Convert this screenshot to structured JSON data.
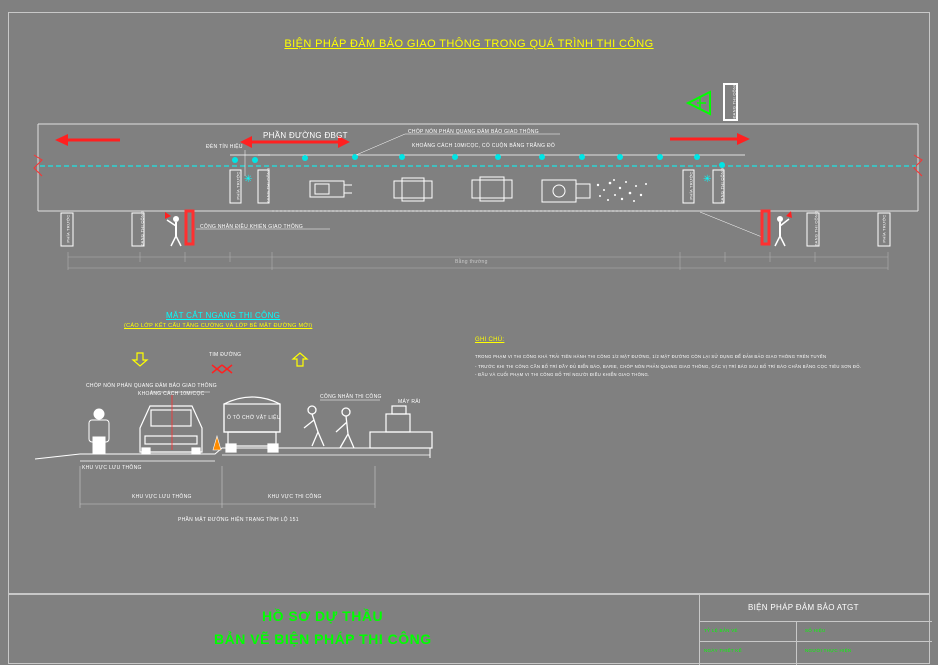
{
  "drawing": {
    "title": "BIỆN PHÁP ĐẢM BẢO GIAO THÔNG TRONG QUÁ TRÌNH THI CÔNG",
    "plan_labels": {
      "road_half": "PHẦN ĐƯỜNG ĐBGT",
      "warning_light": "ĐÈN TÍN HIỆU",
      "cone_note": "CHÓP NÓN PHẢN QUANG ĐẢM BẢO GIAO THÔNG",
      "cone_spacing": "KHOẢNG CÁCH 10M/CỌC, CÓ CUỘN BĂNG TRẮNG ĐỎ",
      "flagman": "CÔNG NHÂN ĐIỀU KHIỂN GIAO THÔNG",
      "road_width": "Bằng thường"
    },
    "section": {
      "title": "MẶT CẮT NGANG THI CÔNG",
      "subtitle": "(CÁO LỚP KẾT CẤU TĂNG CƯỜNG VÀ LỚP BÊ MẶT ĐƯỜNG MỚI)",
      "centerline": "TIM ĐƯỜNG",
      "cone_note": "CHÓP NÓN PHẢN QUANG ĐẢM BẢO GIAO THÔNG",
      "cone_spacing": "KHOẢNG CÁCH 10M/CỌC",
      "truck": "Ô TÔ CHỞ VẬT LIỆU",
      "workers": "CÔNG NHÂN THI CÔNG",
      "machine": "MÁY RẢI",
      "zone_traffic_small": "KHU VỰC LƯU THÔNG",
      "zone_traffic": "KHU VỰC LƯU THÔNG",
      "zone_work": "KHU VỰC THI CÔNG",
      "footnote": "PHẦN MẶT ĐƯỜNG HIỆN TRẠNG TỈNH LỘ 151"
    },
    "notes": {
      "heading": "GHI CHÚ:",
      "line1": "TRONG PHẠM VI THI CÔNG KHÁ TRẢI TIÊN HÀNH THI CÔNG 1/2 MẶT ĐƯỜNG, 1/2 MẶT ĐƯỜNG CÒN LẠI SỬ DỤNG ĐỂ ĐẢM BẢO GIAO THÔNG TRÊN TUYẾN",
      "line2": "- TRƯỚC KHI THI CÔNG CẦN BỐ TRÍ ĐẦY ĐỦ BIỂN BÁO, BARIE, CHÓP NÓN PHẢN QUANG GIAO THÔNG, CÁC VỊ TRÍ BÁO SAU BỐ TRÍ BÁO CHẮN BẰNG CỌC TIÊU SƠN ĐỎ.",
      "line3": "- ĐẦU VÀ CUỐI PHẠM VI THI CÔNG BỐ TRÍ NGƯỜI ĐIỀU KHIỂN GIAO THÔNG."
    },
    "sign_texts": {
      "sign_a": "PHÍA TRƯỚC",
      "sign_b": "ĐANG THI CÔNG"
    }
  },
  "title_block": {
    "line1": "HỒ SƠ DỰ THẦU",
    "line2": "BẢN VẼ BIỆN PHÁP THI CÔNG",
    "sheet_title": "BIỆN PHÁP ĐẢM BẢO ATGT",
    "cell_a": "TỶ LỆ BẢN VẼ",
    "cell_b": "SỐ HIỆU",
    "cell_c": "NGÀY THIẾT KẾ",
    "cell_d": "NGƯỜI THỰC HIỆN"
  },
  "colors": {
    "background": "#808080",
    "title": "#ffff00",
    "section_title": "#00ffff",
    "arrow": "#ff0000",
    "cone_line": "#00ffff",
    "green": "#00ff00"
  }
}
